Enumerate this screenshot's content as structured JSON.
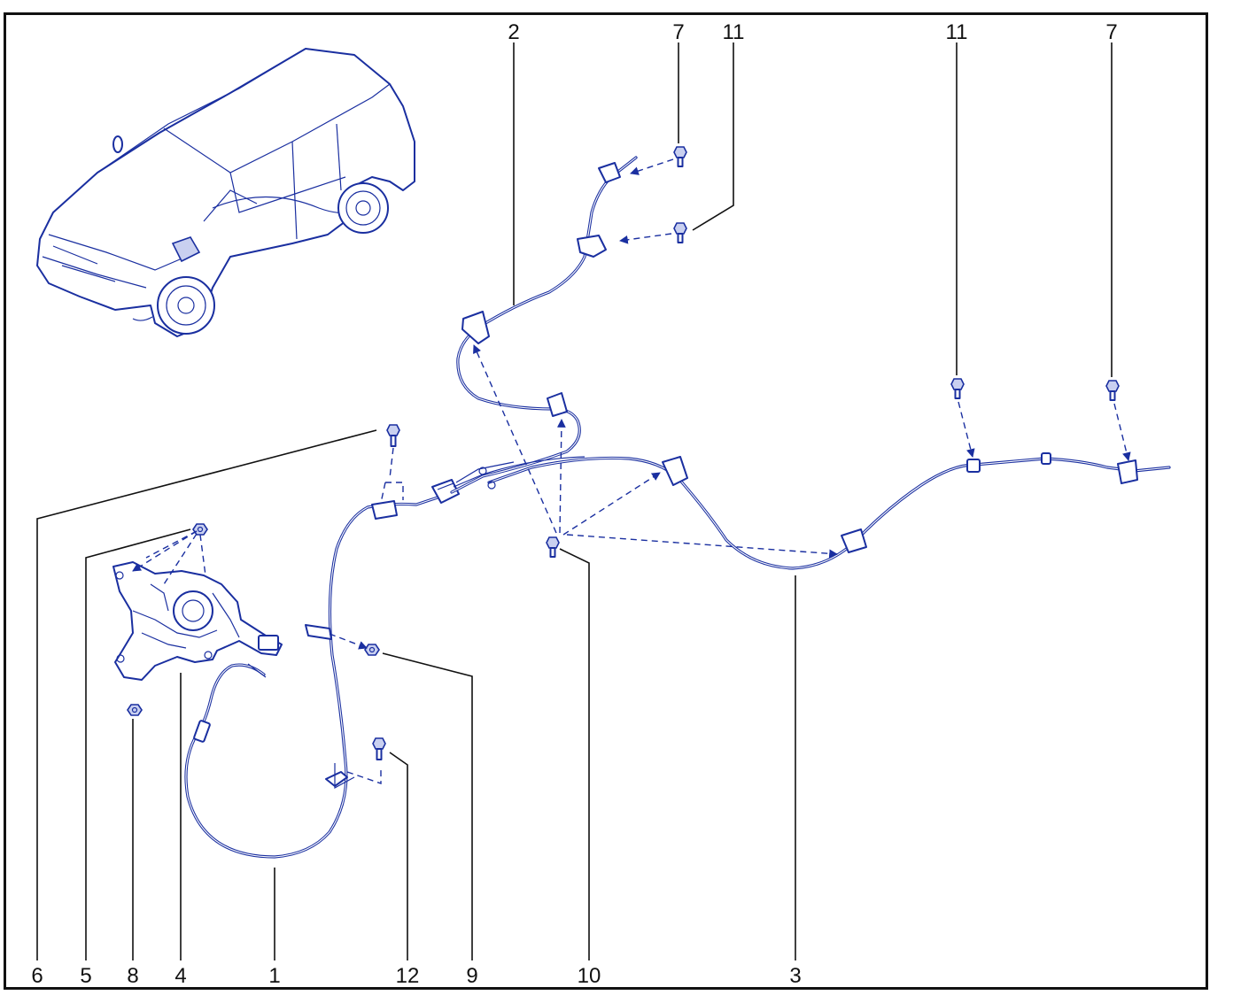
{
  "diagram": {
    "colors": {
      "line": "#1a2fa0",
      "leader": "#111111",
      "frame": "#111111",
      "background": "#ffffff"
    },
    "labels": {
      "l1": "1",
      "l2": "2",
      "l3": "3",
      "l4": "4",
      "l5": "5",
      "l6": "6",
      "l7a": "7",
      "l7b": "7",
      "l8": "8",
      "l9": "9",
      "l10": "10",
      "l11a": "11",
      "l11b": "11",
      "l12": "12"
    },
    "icons": [
      "vehicle-illustration-icon",
      "pedal-assembly-icon",
      "bolt-icon",
      "nut-icon",
      "cable-icon",
      "bracket-icon"
    ]
  }
}
